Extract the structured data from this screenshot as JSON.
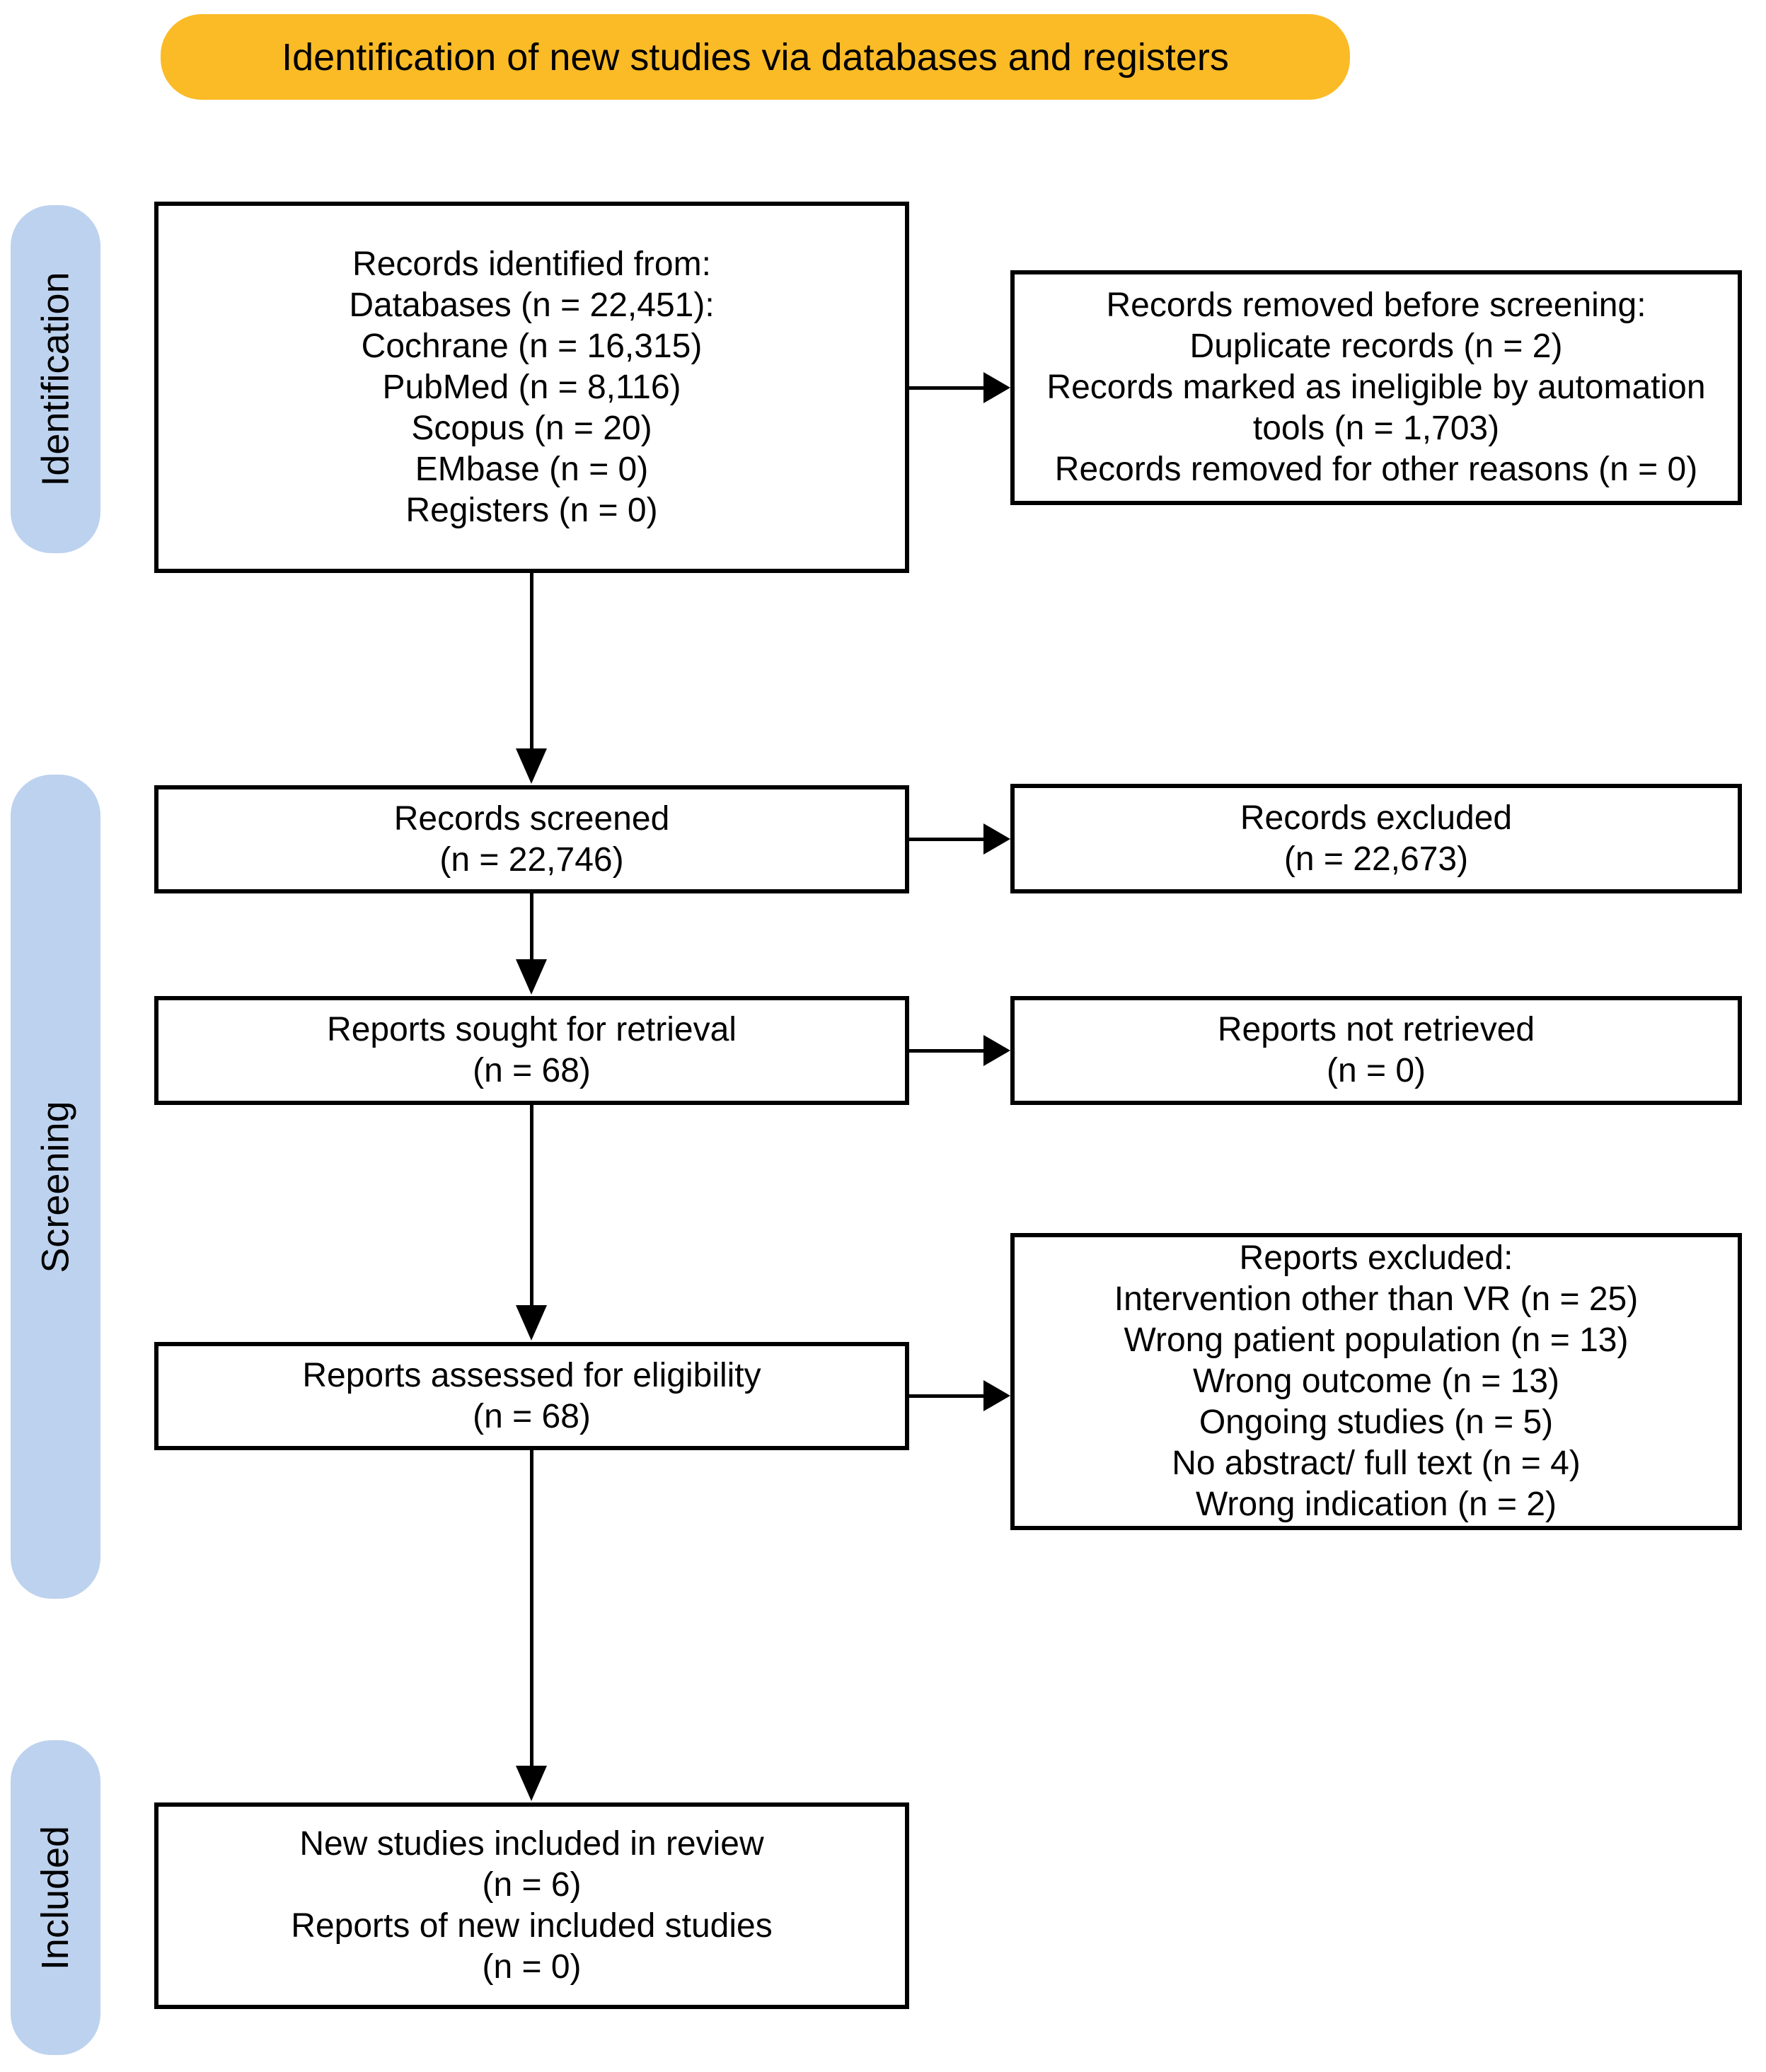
{
  "banner": {
    "label": "Identification of new studies via databases and registers"
  },
  "stages": [
    {
      "label": "Identification"
    },
    {
      "label": "Screening"
    },
    {
      "label": "Included"
    }
  ],
  "boxes": {
    "records_identified": "Records identified from:\nDatabases (n = 22,451):\nCochrane (n = 16,315)\nPubMed (n = 8,116)\nScopus (n = 20)\nEMbase (n = 0)\nRegisters (n = 0)",
    "records_removed": "Records removed before screening:\nDuplicate records (n = 2)\nRecords marked as ineligible by automation\ntools (n = 1,703)\nRecords removed for other reasons (n = 0)",
    "records_screened": "Records screened\n(n = 22,746)",
    "records_excluded": "Records excluded\n(n = 22,673)",
    "reports_sought": "Reports sought for retrieval\n(n = 68)",
    "reports_not_retrieved": "Reports not retrieved\n(n = 0)",
    "reports_assessed": "Reports assessed for eligibility\n(n = 68)",
    "reports_excluded": "Reports excluded:\nIntervention other than VR (n = 25)\nWrong patient population (n = 13)\nWrong outcome (n = 13)\nOngoing studies (n = 5)\nNo abstract/ full text (n = 4)\nWrong indication (n = 2)",
    "new_studies_included": "New studies included in review\n(n = 6)\nReports of new included studies\n(n = 0)"
  },
  "colors": {
    "banner_fill": "#FBBB26",
    "stage_fill": "#BDD2EE",
    "line_color": "#000000",
    "text_color": "#000000"
  }
}
